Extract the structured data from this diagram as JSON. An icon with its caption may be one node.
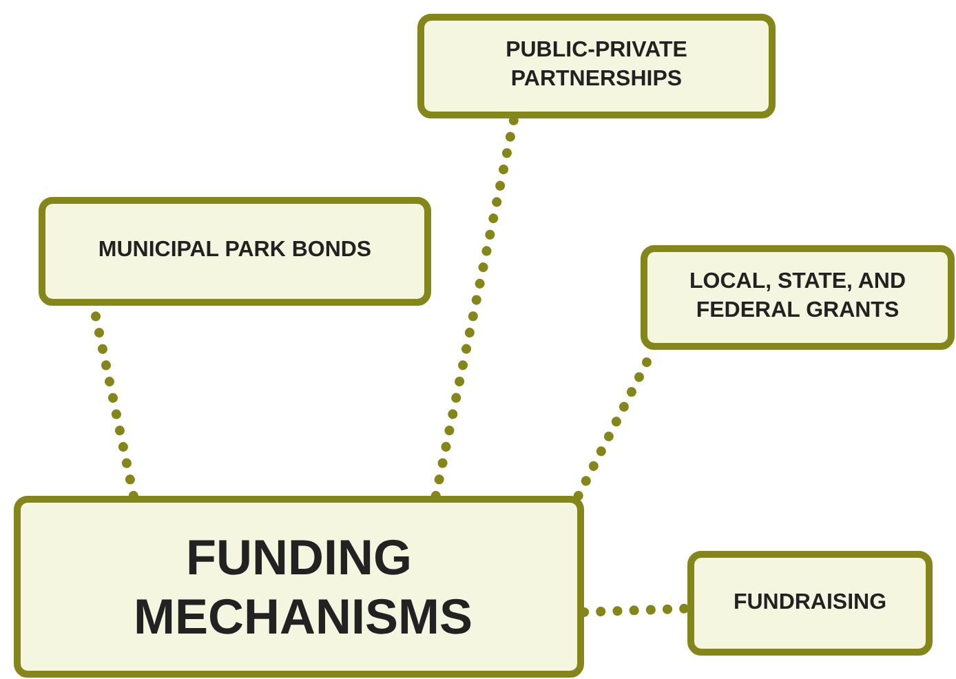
{
  "diagram": {
    "nodes": [
      {
        "text": [
          "PUBLIC-PRIVATE PARTNERSHIPS"
        ]
      },
      {
        "text": [
          "MUNICIPAL PARK BONDS"
        ]
      },
      {
        "text": [
          "LOCAL, STATE, AND FEDERAL GRANTS"
        ]
      },
      {
        "text": [
          "FUNDING MECHANISMS"
        ]
      },
      {
        "text": [
          "FUNDRAISING"
        ]
      }
    ],
    "edges": [
      {
        "from": 3,
        "to": 1,
        "arrow": "none"
      },
      {
        "from": 3,
        "to": 0,
        "arrow": "none"
      },
      {
        "from": 3,
        "to": 2,
        "arrow": "none"
      },
      {
        "from": 3,
        "to": 4,
        "arrow": "none"
      }
    ]
  }
}
